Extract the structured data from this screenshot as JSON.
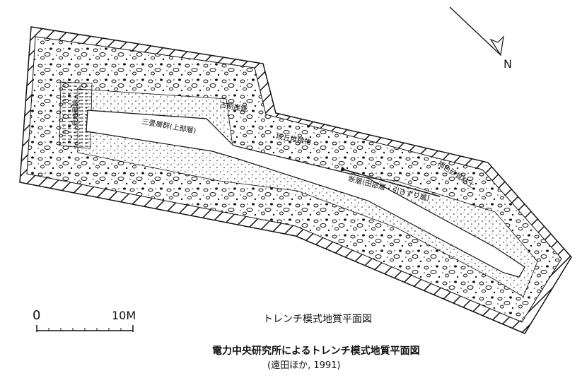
{
  "compass": {
    "north_label": "N"
  },
  "units": {
    "top_unit": "古期崖錐",
    "left_unit": "見晴層群",
    "upper_bedrock": "三畳層群(上部層)",
    "terrace": "段丘堆積物",
    "brown_soil": "褐色砂質粘土",
    "fault": "断層(田部層・引きずり層)"
  },
  "scale": {
    "zero": "0",
    "ten": "10M"
  },
  "captions": {
    "figure_title": "トレンチ模式地質平面図",
    "main_caption": "電力中央研究所によるトレンチ模式地質平面図",
    "citation": "(遠田ほか, 1991)"
  }
}
